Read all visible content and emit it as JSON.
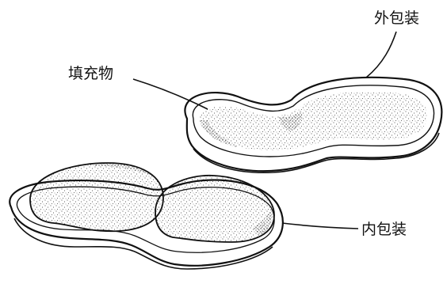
{
  "labels": {
    "outer_packaging": "外包装",
    "filling": "填充物",
    "inner_packaging": "内包装"
  },
  "colors": {
    "ink": "#111111",
    "shell_fill": "#ffffff"
  }
}
